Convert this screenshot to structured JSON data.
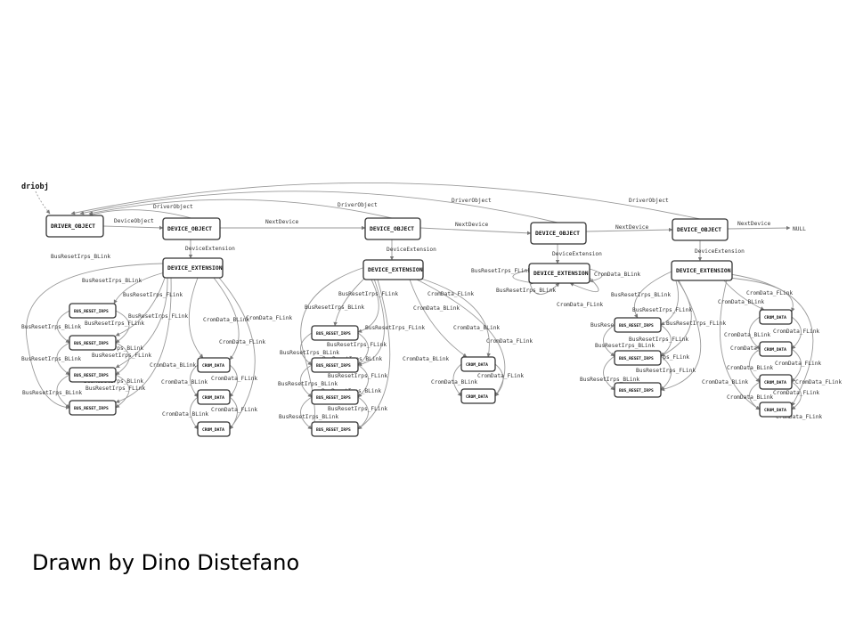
{
  "root": "driobj",
  "null_label": "NULL",
  "node_labels": {
    "driver_object": "DRIVER_OBJECT",
    "device_object": "DEVICE_OBJECT",
    "device_extension": "DEVICE_EXTENSION",
    "bus_reset_irps": "BUS_RESET_IRPS",
    "crom_data": "CROM_DATA"
  },
  "edge_labels": {
    "driver_object": "DriverObject",
    "device_object": "DeviceObject",
    "next_device": "NextDevice",
    "device_extension": "DeviceExtension",
    "bus_flink": "BusResetIrps_FLink",
    "bus_blink": "BusResetIrps_BLink",
    "crom_flink": "CromData_FLink",
    "crom_blink": "CromData_BLink"
  },
  "credit": "Drawn by Dino Distefano"
}
